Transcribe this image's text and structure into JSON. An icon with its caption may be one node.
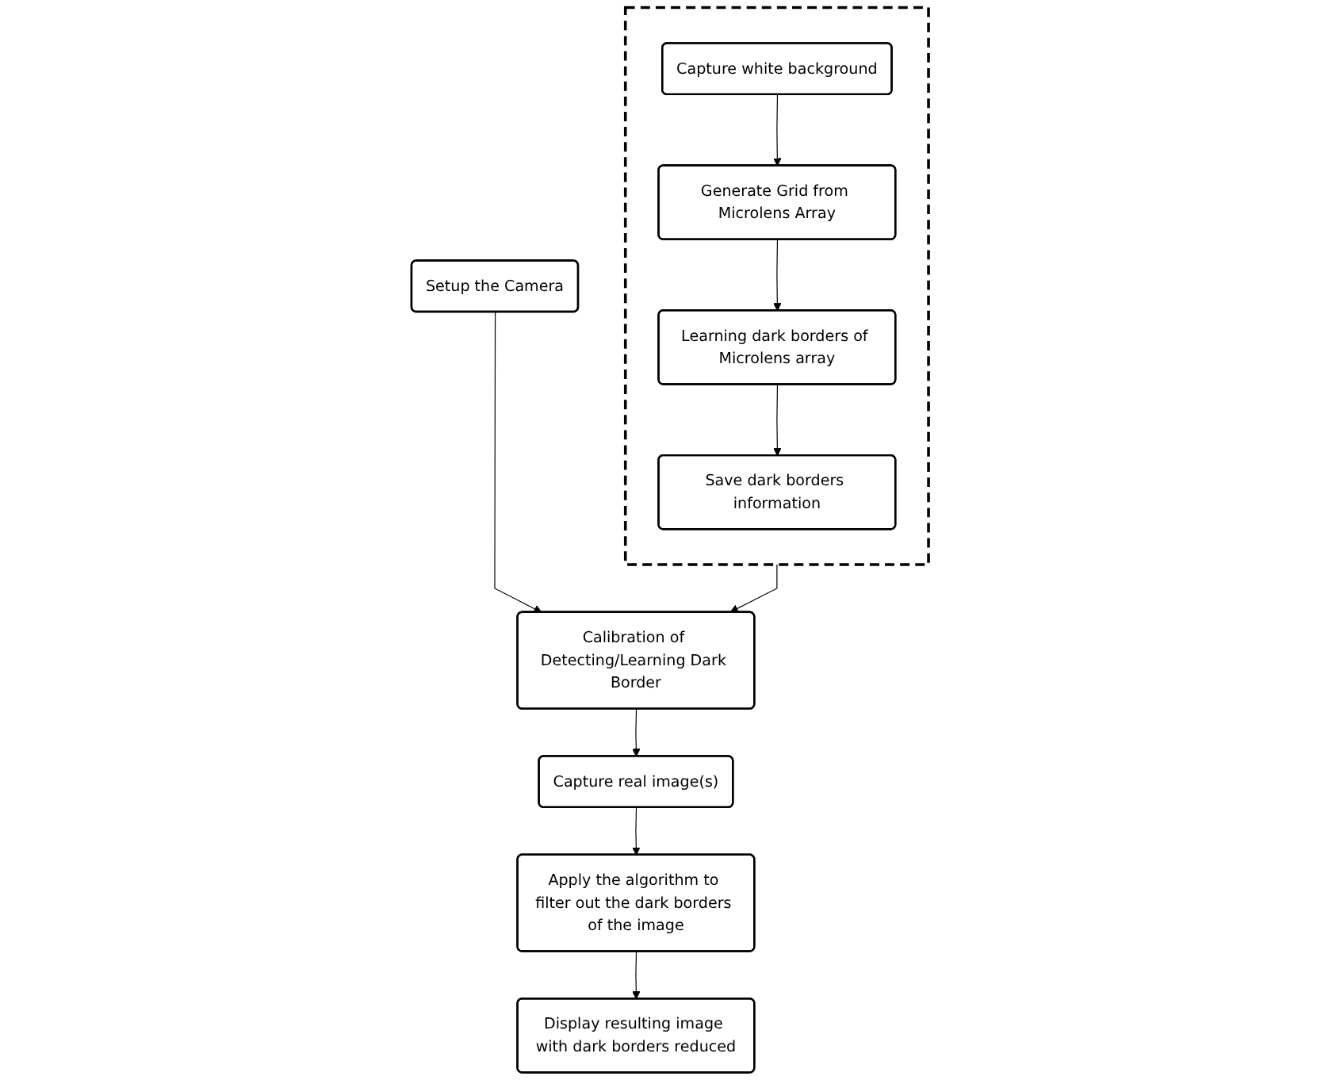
{
  "diagram": {
    "nodes": [
      {
        "text": [
          "Setup the Camera"
        ]
      },
      {
        "text": [
          "Calibration of Detecting/Learning Dark Border"
        ]
      },
      {
        "text": [
          "Capture real image(s)"
        ]
      },
      {
        "text": [
          "Apply the algorithm to filter out the dark borders of the image"
        ]
      },
      {
        "text": [
          "Display resulting image with dark borders reduced"
        ]
      },
      {
        "text": [],
        "shape": "box"
      },
      {
        "text": [
          "Capture white background"
        ],
        "in": 5
      },
      {
        "text": [
          "Generate Grid from Microlens Array"
        ],
        "in": 5
      },
      {
        "text": [
          "Learning dark borders of Microlens array"
        ],
        "in": 5
      },
      {
        "text": [
          "Save dark borders information"
        ],
        "in": 5
      }
    ],
    "edges": [
      {
        "from": 0,
        "to": 1,
        "arrow": "to"
      },
      {
        "from": 1,
        "to": 2,
        "arrow": "to"
      },
      {
        "from": 2,
        "to": 3,
        "arrow": "to"
      },
      {
        "from": 3,
        "to": 4,
        "arrow": "to"
      },
      {
        "from": 5,
        "to": 1,
        "arrow": "to"
      },
      {
        "from": 6,
        "to": 7,
        "arrow": "to"
      },
      {
        "from": 7,
        "to": 8,
        "arrow": "to"
      },
      {
        "from": 8,
        "to": 9,
        "arrow": "to"
      }
    ]
  }
}
